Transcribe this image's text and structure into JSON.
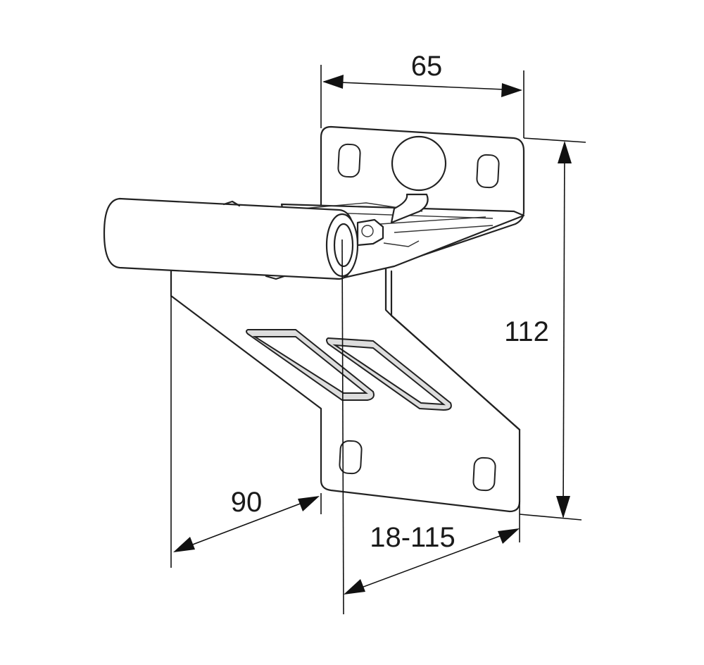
{
  "diagram": {
    "dimensions": [
      {
        "id": "width-top",
        "label": "65"
      },
      {
        "id": "height-right",
        "label": "112"
      },
      {
        "id": "depth-left",
        "label": "90"
      },
      {
        "id": "adjust-range",
        "label": "18-115"
      }
    ],
    "colors": {
      "line": "#222222",
      "background": "#ffffff"
    }
  }
}
